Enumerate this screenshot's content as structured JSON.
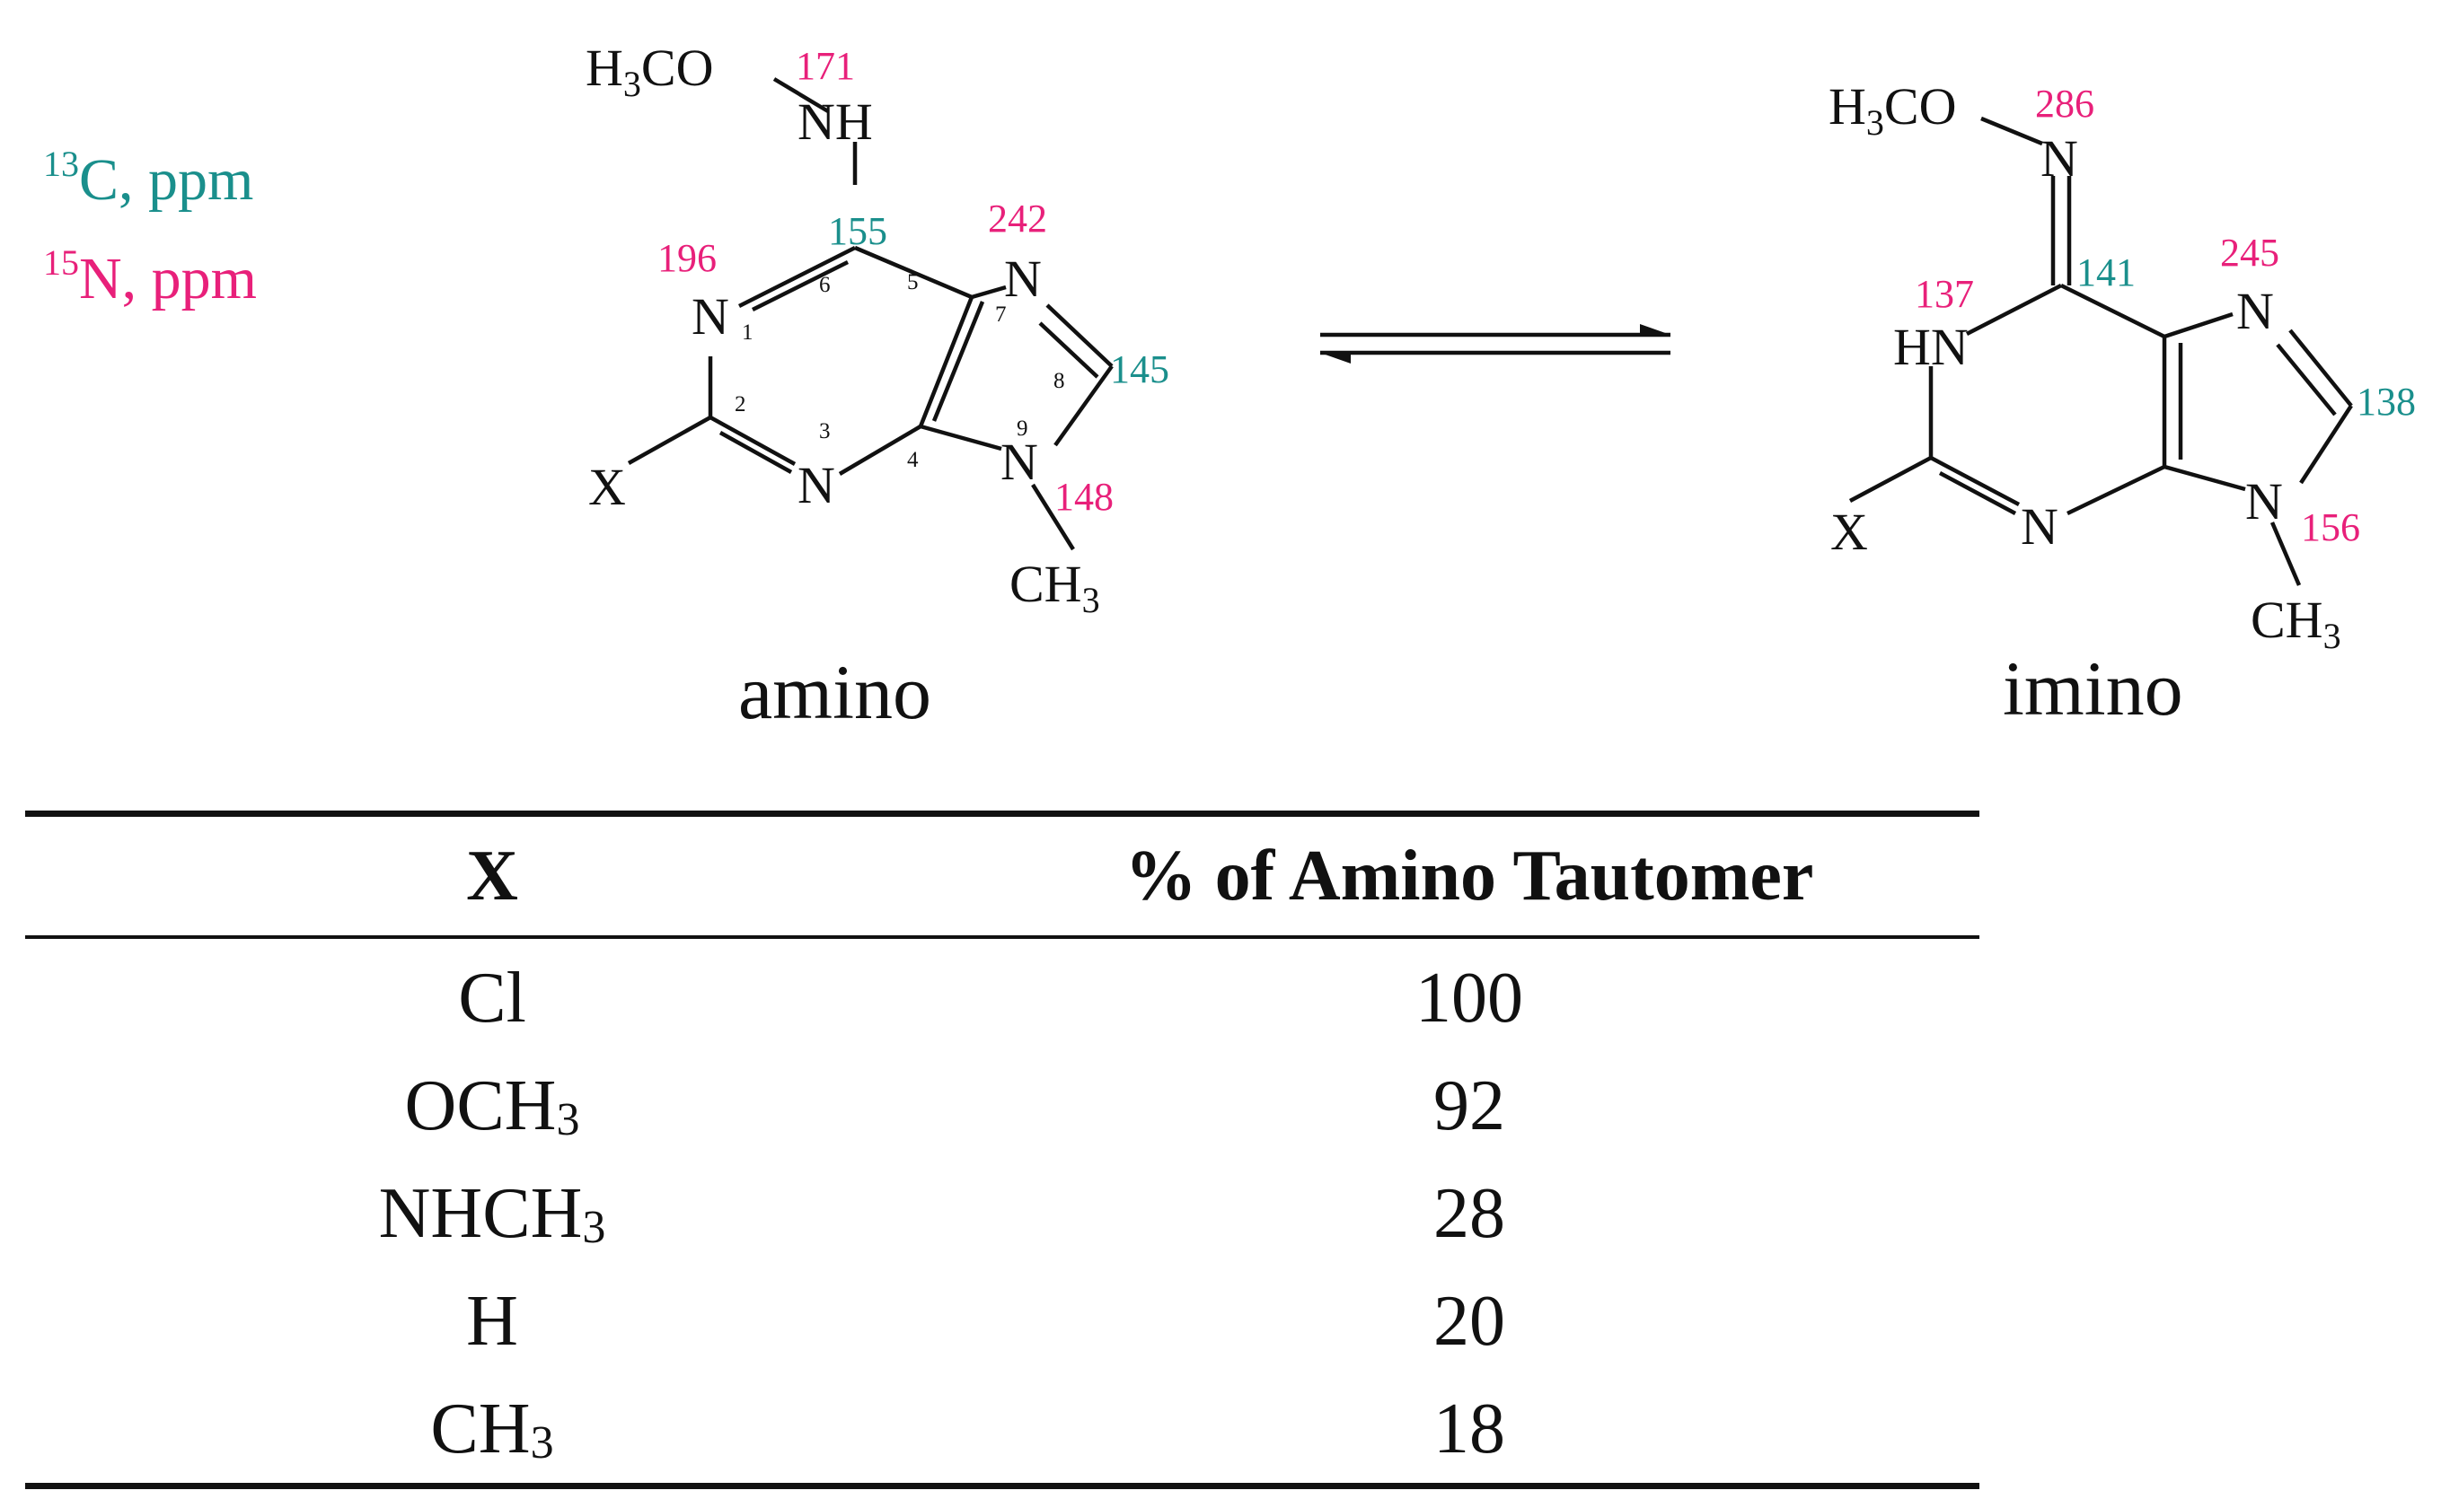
{
  "colors": {
    "carbon_shift": "#1a8f8c",
    "nitrogen_shift": "#e8207a",
    "text": "#111111"
  },
  "legend": {
    "carbon": {
      "mass": "13",
      "label": "C, ppm"
    },
    "nitrogen": {
      "mass": "15",
      "label": "N, ppm"
    }
  },
  "amino": {
    "caption": "amino",
    "methoxy": {
      "h": "H",
      "sub": "3",
      "co": "CO"
    },
    "nh": "NH",
    "x": "X",
    "methyl": {
      "ch": "CH",
      "sub": "3"
    },
    "atoms": {
      "N1": "N",
      "N3": "N",
      "N7": "N",
      "N9": "N"
    },
    "positions": {
      "p1": "1",
      "p2": "2",
      "p3": "3",
      "p4": "4",
      "p5": "5",
      "p6": "6",
      "p7": "7",
      "p8": "8",
      "p9": "9"
    },
    "shifts": {
      "NH": "171",
      "N1": "196",
      "C6": "155",
      "N7": "242",
      "C8": "145",
      "N9": "148"
    }
  },
  "imino": {
    "caption": "imino",
    "methoxy": {
      "h": "H",
      "sub": "3",
      "co": "CO"
    },
    "n_exo": "N",
    "hn": "HN",
    "x": "X",
    "methyl": {
      "ch": "CH",
      "sub": "3"
    },
    "atoms": {
      "N3": "N",
      "N7": "N",
      "N9": "N"
    },
    "shifts": {
      "N_exo": "286",
      "N1": "137",
      "C6": "141",
      "N7": "245",
      "C8": "138",
      "N9": "156"
    }
  },
  "table": {
    "headers": {
      "x": "X",
      "percent": "% of Amino Tautomer"
    },
    "rows": [
      {
        "x": "Cl",
        "x_sub": "",
        "value": "100"
      },
      {
        "x": "OCH",
        "x_sub": "3",
        "value": "92"
      },
      {
        "x": "NHCH",
        "x_sub": "3",
        "value": "28"
      },
      {
        "x": "H",
        "x_sub": "",
        "value": "20"
      },
      {
        "x": "CH",
        "x_sub": "3",
        "value": "18"
      }
    ]
  }
}
